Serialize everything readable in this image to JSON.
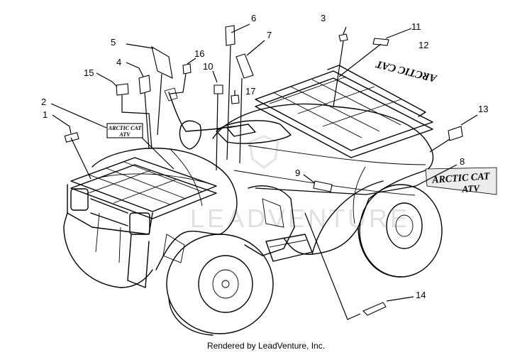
{
  "callouts": [
    "1",
    "2",
    "3",
    "4",
    "5",
    "6",
    "7",
    "8",
    "9",
    "10",
    "11",
    "12",
    "13",
    "14",
    "15",
    "16",
    "17"
  ],
  "decal_text": {
    "decal_2": [
      "ARCTIC CAT",
      "ATV"
    ],
    "decal_8": [
      "ARCTIC CAT",
      "ATV"
    ],
    "decal_12": "ARCTIC CAT"
  },
  "watermark": "LEADVENTURE",
  "footer": "Rendered by LeadVenture, Inc."
}
